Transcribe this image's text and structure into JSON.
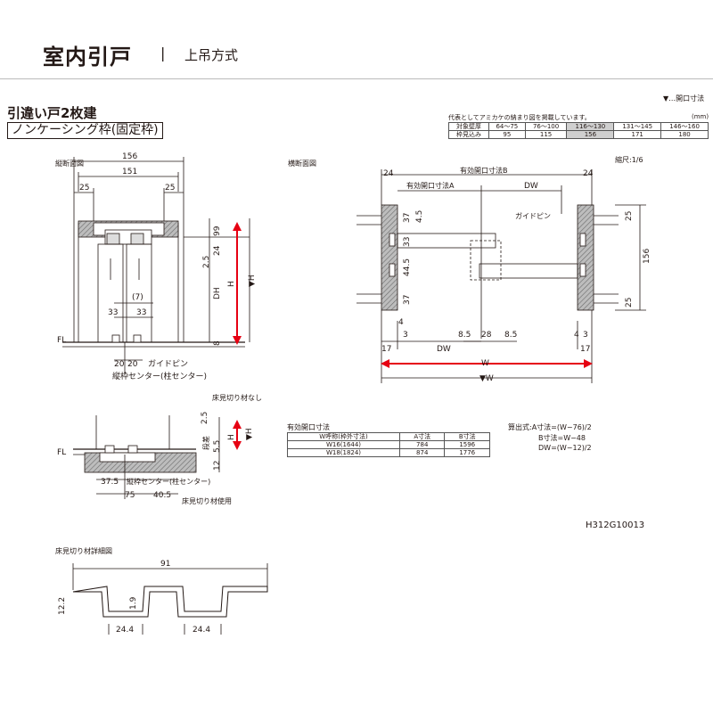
{
  "header": {
    "title": "室内引戸",
    "separator": "|",
    "subtitle": "上吊方式"
  },
  "door_type": {
    "title": "引違い戸2枚建",
    "frame": "ノンケーシング枠(固定枠)"
  },
  "legend": "▼…開口寸法",
  "wall_table": {
    "note": "代表としてアミカケの納まり図を掲載しています。",
    "unit": "(mm)",
    "rows": [
      [
        "対象壁厚",
        "64～75",
        "76～100",
        "116～130",
        "131～145",
        "146～160"
      ],
      [
        "枠見込み",
        "95",
        "115",
        "156",
        "171",
        "180"
      ]
    ]
  },
  "vertical_section": {
    "title": "縦断面図",
    "dims": [
      "156",
      "151",
      "25",
      "25",
      "99",
      "24",
      "2.5",
      "DH",
      "H",
      "▼H",
      "8",
      "(7)",
      "33",
      "33",
      "20",
      "20"
    ],
    "labels": {
      "fl": "FL",
      "guide_pin": "ガイドピン",
      "frame_center": "縦枠センター(柱センター)"
    }
  },
  "horizontal_section": {
    "title": "横断面図",
    "scale": "縮尺:1/6",
    "dims": [
      "24",
      "24",
      "有効開口寸法B",
      "有効開口寸法A",
      "DW",
      "37",
      "4.5",
      "33",
      "44.5",
      "37",
      "25",
      "25",
      "156",
      "4",
      "3",
      "17",
      "8.5",
      "28",
      "8.5",
      "4",
      "3",
      "17",
      "DW",
      "W",
      "▼W"
    ],
    "labels": {
      "guide_pin": "ガイドピン"
    }
  },
  "threshold_section": {
    "label_none": "床見切り材なし",
    "label_used": "床見切り材使用",
    "fl": "FL",
    "step": "段差",
    "dims": [
      "2.5",
      "5.5",
      "H",
      "▼H",
      "12",
      "37.5",
      "75",
      "40.5"
    ],
    "frame_center": "縦枠センター(柱センター)"
  },
  "opening_table": {
    "title": "有効開口寸法",
    "headers": [
      "W呼称(枠外寸法)",
      "A寸法",
      "B寸法"
    ],
    "rows": [
      [
        "W16(1644)",
        "784",
        "1596"
      ],
      [
        "W18(1824)",
        "874",
        "1776"
      ]
    ]
  },
  "formulas": [
    "算出式:A寸法=(W−76)/2",
    "B寸法=W−48",
    "DW=(W−12)/2"
  ],
  "drawing_code": "H312G10013",
  "floor_trim_detail": {
    "title": "床見切り材詳細図",
    "dims": [
      "91",
      "12.2",
      "1.9",
      "24.4",
      "24.4"
    ]
  },
  "colors": {
    "line": "#231815",
    "accent": "#e60012",
    "hatch": "#8c8c8c"
  }
}
